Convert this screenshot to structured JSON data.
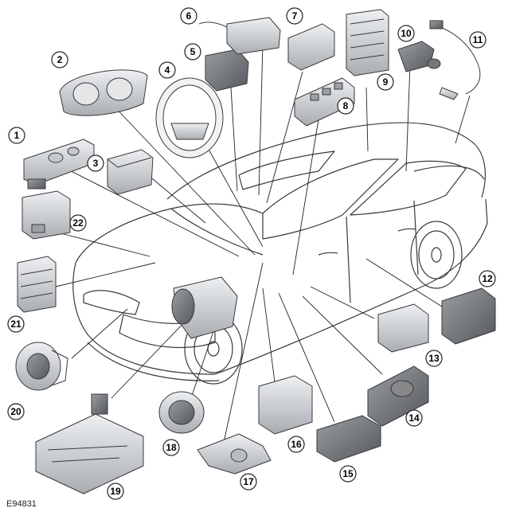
{
  "figure": {
    "reference_code": "E94831"
  },
  "callouts": [
    {
      "number": "1"
    },
    {
      "number": "2"
    },
    {
      "number": "3"
    },
    {
      "number": "4"
    },
    {
      "number": "5"
    },
    {
      "number": "6"
    },
    {
      "number": "7"
    },
    {
      "number": "8"
    },
    {
      "number": "9"
    },
    {
      "number": "10"
    },
    {
      "number": "11"
    },
    {
      "number": "12"
    },
    {
      "number": "13"
    },
    {
      "number": "14"
    },
    {
      "number": "15"
    },
    {
      "number": "16"
    },
    {
      "number": "17"
    },
    {
      "number": "18"
    },
    {
      "number": "19"
    },
    {
      "number": "20"
    },
    {
      "number": "21"
    },
    {
      "number": "22"
    }
  ],
  "colors": {
    "outline": "#3a3a3a",
    "part_fill": "#d4d6d8",
    "part_dark": "#7e8185",
    "background": "#ffffff"
  }
}
